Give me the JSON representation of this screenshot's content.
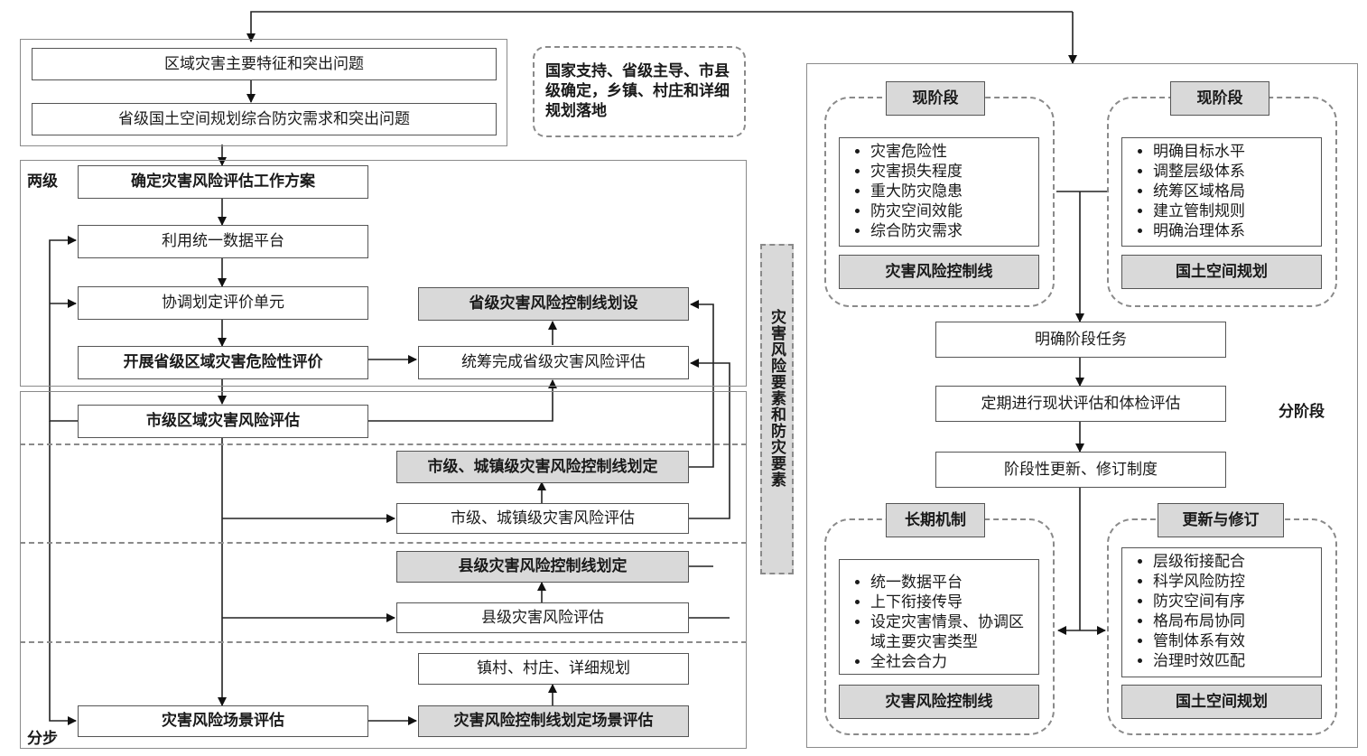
{
  "left": {
    "top1": "区域灾害主要特征和突出问题",
    "top2": "省级国土空间规划综合防灾需求和突出问题",
    "note": "国家支持、省级主导、市县级确定，乡镇、村庄和详细规划落地",
    "label_two_level": "两级",
    "label_steps": "分步",
    "workplan": "确定灾害风险评估工作方案",
    "data_platform": "利用统一数据平台",
    "units": "协调划定评价单元",
    "provincial_hazard": "开展省级区域灾害危险性评价",
    "provincial_line": "省级灾害风险控制线划设",
    "provincial_assess": "统筹完成省级灾害风险评估",
    "city_assess": "市级区域灾害风险评估",
    "city_town_line": "市级、城镇级灾害风险控制线划定",
    "city_town_assess": "市级、城镇级灾害风险评估",
    "county_line": "县级灾害风险控制线划定",
    "county_assess": "县级灾害风险评估",
    "village_plan": "镇村、村庄、详细规划",
    "scenario_assess": "灾害风险场景评估",
    "scenario_line": "灾害风险控制线划定场景评估"
  },
  "middle": {
    "vertical": "灾害风险要素和防灾要素"
  },
  "right": {
    "label_phases": "分阶段",
    "q1": {
      "tag": "现阶段",
      "items": [
        "灾害危险性",
        "灾害损失程度",
        "重大防灾隐患",
        "防灾空间效能",
        "综合防灾需求"
      ],
      "footer": "灾害风险控制线"
    },
    "q2": {
      "tag": "现阶段",
      "items": [
        "明确目标水平",
        "调整层级体系",
        "统筹区域格局",
        "建立管制规则",
        "明确治理体系"
      ],
      "footer": "国土空间规划"
    },
    "task": "明确阶段任务",
    "regular": "定期进行现状评估和体检评估",
    "update": "阶段性更新、修订制度",
    "q3": {
      "tag": "长期机制",
      "items": [
        "统一数据平台",
        "上下衔接传导",
        "设定灾害情景、协调区域主要灾害类型",
        "全社会合力"
      ],
      "footer": "灾害风险控制线"
    },
    "q4": {
      "tag": "更新与修订",
      "items": [
        "层级衔接配合",
        "科学风险防控",
        "防灾空间有序",
        "格局布局协同",
        "管制体系有效",
        "治理时效匹配"
      ],
      "footer": "国土空间规划"
    }
  }
}
